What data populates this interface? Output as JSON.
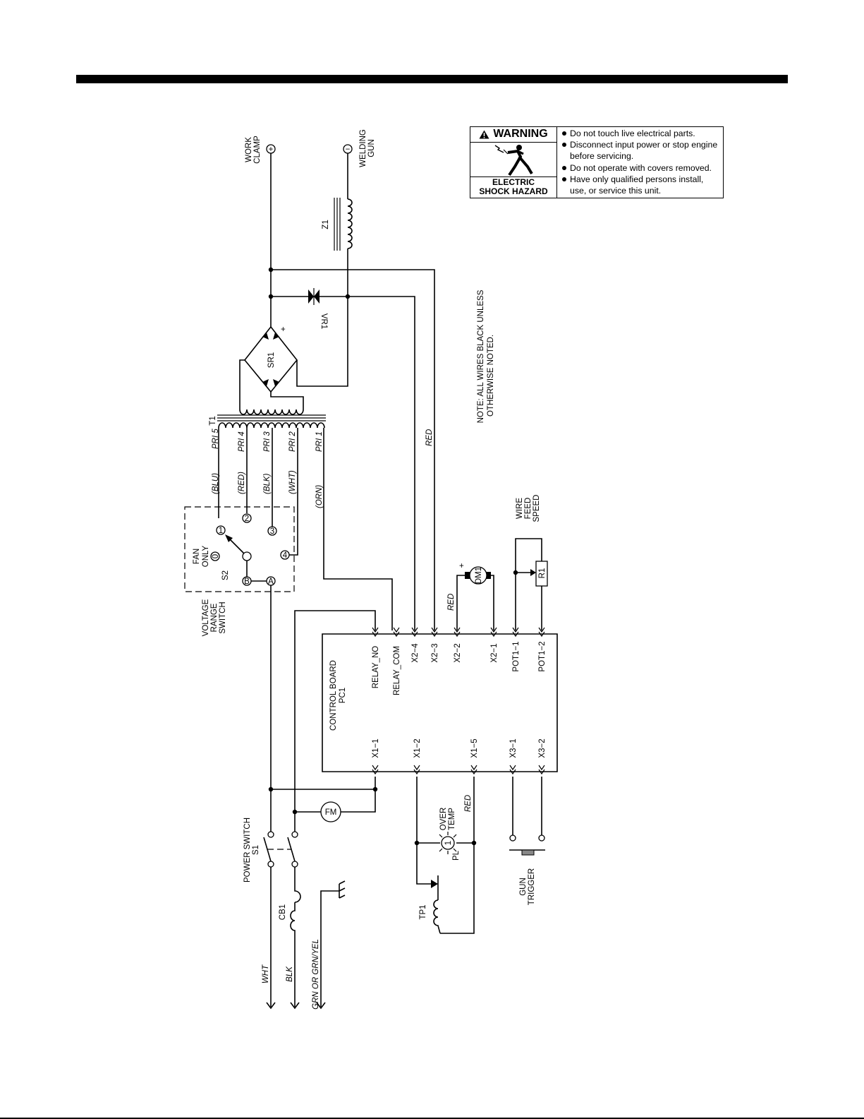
{
  "warning": {
    "heading": "WARNING",
    "hazard_line1": "ELECTRIC",
    "hazard_line2": "SHOCK HAZARD",
    "items": [
      "Do not touch live electrical parts.",
      "Disconnect input power or stop engine before servicing.",
      "Do not operate with covers removed.",
      "Have only qualified persons install, use, or service this unit."
    ],
    "icons": [
      "warning-triangle-icon",
      "electric-shock-icon"
    ]
  },
  "note": {
    "line1": "NOTE:  ALL  WIRES  BLACK  UNLESS",
    "line2": "OTHERWISE  NOTED."
  },
  "outputs": {
    "work_clamp": [
      "WORK",
      "CLAMP"
    ],
    "welding_gun": [
      "WELDING",
      "GUN"
    ],
    "plus": "+",
    "minus": "−"
  },
  "components": {
    "z1": "Z1",
    "vr1": "VR1",
    "sr1": "SR1",
    "t1": "T1",
    "s2": "S2",
    "fan_only": [
      "FAN",
      "ONLY"
    ],
    "fan_only_num": "0",
    "voltage_range_switch": [
      "VOLTAGE",
      "RANGE",
      "SWITCH"
    ],
    "dm1": "DM1",
    "dm1_plus": "+",
    "r1": "R1",
    "wire_feed_speed": [
      "WIRE",
      "FEED",
      "SPEED"
    ],
    "control_board": "CONTROL  BOARD",
    "pc1": "PC1",
    "fm": "FM",
    "power_switch": "POWER  SWITCH",
    "s1": "S1",
    "cb1": "CB1",
    "tp1": "TP1",
    "over_temp": [
      "OVER",
      "TEMP"
    ],
    "pl": "PL",
    "pl_num": "1",
    "gun_trigger": [
      "GUN",
      "TRIGGER"
    ]
  },
  "switch_terminals": [
    "1",
    "2",
    "3",
    "4",
    "B",
    "A"
  ],
  "primary_taps": [
    "PRI  5",
    "PRI  4",
    "PRI  3",
    "PRI  2",
    "PRI  1"
  ],
  "tap_colors": [
    "(BLU)",
    "(RED)",
    "(BLK)",
    "(WHT)",
    "(ORN)"
  ],
  "board_top_connectors": [
    "RELAY_NO",
    "RELAY_COM",
    "X2−4",
    "X2−3",
    "X2−2",
    "X2−1",
    "POT1−1",
    "POT1−2"
  ],
  "board_bottom_connectors": [
    "X1−1",
    "X1−2",
    "X1−5",
    "X3−1",
    "X3−2"
  ],
  "wire_colors": {
    "red_x2_3": "RED",
    "red_dm1": "RED",
    "red_x1_5": "RED",
    "input_wht": "WHT",
    "input_blk": "BLK",
    "ground": "GRN  OR  GRN/YEL"
  }
}
